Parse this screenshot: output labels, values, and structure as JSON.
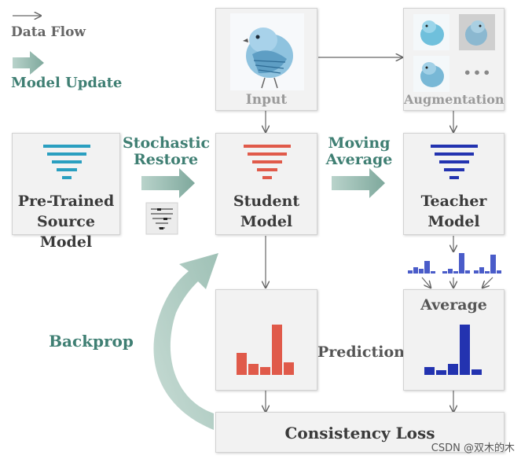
{
  "legend": {
    "data_flow": "Data Flow",
    "model_update": "Model Update"
  },
  "nodes": {
    "input": "Input",
    "augmentation": "Augmentation",
    "pretrained_line1": "Pre-Trained",
    "pretrained_line2": "Source Model",
    "student_line1": "Student",
    "student_line2": "Model",
    "teacher_line1": "Teacher",
    "teacher_line2": "Model",
    "average": "Average",
    "prediction": "Prediction",
    "consistency_loss": "Consistency Loss"
  },
  "edges": {
    "stochastic_line1": "Stochastic",
    "stochastic_line2": "Restore",
    "moving_line1": "Moving",
    "moving_line2": "Average",
    "backprop": "Backprop"
  },
  "ellipsis": "•••",
  "watermark": "CSDN @双木的木",
  "colors": {
    "source": "#2a9fc0",
    "student": "#e05a4a",
    "teacher": "#2333b0",
    "flow_green": "#6f9e92",
    "loss_text": "#3a3a3a"
  }
}
